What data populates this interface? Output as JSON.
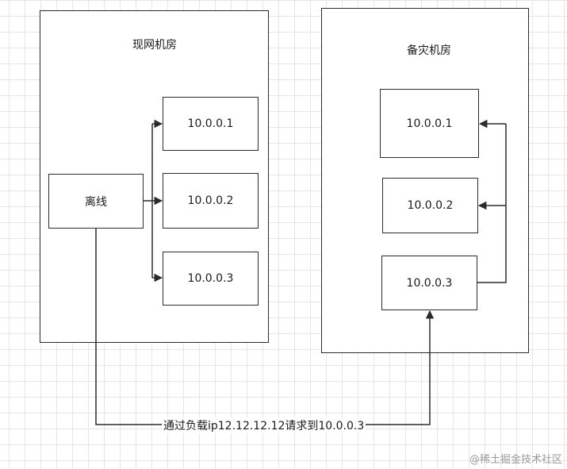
{
  "diagram": {
    "left_room": {
      "title": "现网机房",
      "offline_node": "离线",
      "servers": [
        "10.0.0.1",
        "10.0.0.2",
        "10.0.0.3"
      ]
    },
    "right_room": {
      "title": "备灾机房",
      "servers": [
        "10.0.0.1",
        "10.0.0.2",
        "10.0.0.3"
      ]
    },
    "connector_label": "通过负载ip12.12.12.12请求到10.0.0.3",
    "stroke_color": "#2b2b2b"
  },
  "watermark": "@稀土掘金技术社区"
}
